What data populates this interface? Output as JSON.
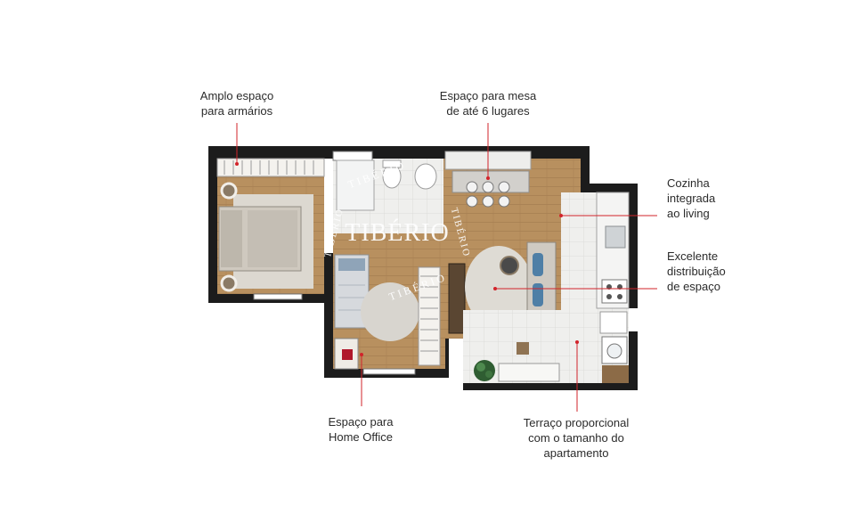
{
  "callouts": {
    "amplo": "Amplo espaço\npara armários",
    "mesa": "Espaço para mesa\nde até 6 lugares",
    "cozinha": "Cozinha\nintegrada\nao living",
    "distribuicao": "Excelente\ndistribuição\nde espaço",
    "home_office": "Espaço para\nHome Office",
    "terraco": "Terraço proporcional\ncom o tamanho do\napartamento"
  },
  "logo": {
    "main": "TIBÉRIO",
    "ring": "TIBÉRIO · TIBÉRIO ·"
  },
  "colors": {
    "wall": "#1c1c1c",
    "wood_floor": "#b58d60",
    "tile_floor": "#ececea",
    "rug": "#d9d6cf",
    "leader": "#d2232a",
    "text": "#2b2b2b"
  }
}
